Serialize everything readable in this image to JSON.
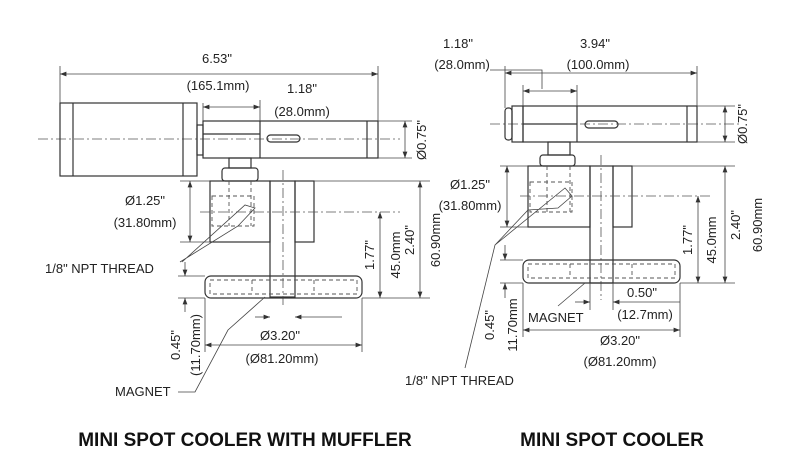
{
  "left": {
    "overall_length": "6.53\"",
    "overall_length_mm": "(165.1mm)",
    "hex_length": "1.18\"",
    "hex_length_mm": "(28.0mm)",
    "tube_dia": "Ø0.75\"",
    "block_dia": "Ø1.25\"",
    "block_dia_mm": "(31.80mm)",
    "thread": "1/8\" NPT THREAD",
    "center_height": "1.77\"",
    "center_height_mm": "45.0mm",
    "total_height": "2.40\"",
    "total_height_mm": "60.90mm",
    "base_height": "0.45\"",
    "base_height_mm": "(11.70mm)",
    "base_dia": "Ø3.20\"",
    "base_dia_mm": "(Ø81.20mm)",
    "magnet": "MAGNET",
    "title": "MINI SPOT COOLER WITH MUFFLER"
  },
  "right": {
    "hex_length": "1.18\"",
    "hex_length_mm": "(28.0mm)",
    "tube_length": "3.94\"",
    "tube_length_mm": "(100.0mm)",
    "tube_dia": "Ø0.75\"",
    "block_dia": "Ø1.25\"",
    "block_dia_mm": "(31.80mm)",
    "thread": "1/8\" NPT THREAD",
    "center_height": "1.77\"",
    "center_height_mm": "45.0mm",
    "total_height": "2.40\"",
    "total_height_mm": "60.90mm",
    "base_height": "0.45\"",
    "base_height_mm": "11.70mm",
    "offset": "0.50\"",
    "offset_mm": "(12.7mm)",
    "base_dia": "Ø3.20\"",
    "base_dia_mm": "(Ø81.20mm)",
    "magnet": "MAGNET",
    "title": "MINI SPOT COOLER"
  }
}
